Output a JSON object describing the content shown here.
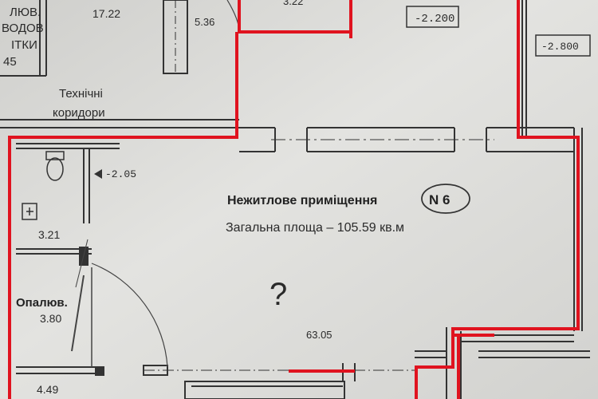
{
  "room": {
    "title": "Нежитлове приміщення",
    "number": "N 6",
    "area_label": "Загальна площа – 105.59 кв.м",
    "main_area": "63.05",
    "question_mark": "?"
  },
  "rooms_left": {
    "wc_area": "3.21",
    "heating_label": "Опалюв.",
    "heating_area": "3.80",
    "bottom_area": "4.49"
  },
  "top_labels": {
    "corner_lines": [
      "ЛЮВ.",
      "ВОДОВ",
      "ІТКИ",
      "45"
    ],
    "area_17": "17.22",
    "area_5_36": "5.36",
    "area_3_22": "3.22",
    "tech_line1": "Технічні",
    "tech_line2": "коридори"
  },
  "levels": {
    "level_1": "-2.200",
    "level_2": "-2.800",
    "level_3": "-2.05"
  },
  "colors": {
    "paper": "#d9d9d6",
    "ink": "#2a2a2a",
    "highlight": "#e0131f"
  }
}
